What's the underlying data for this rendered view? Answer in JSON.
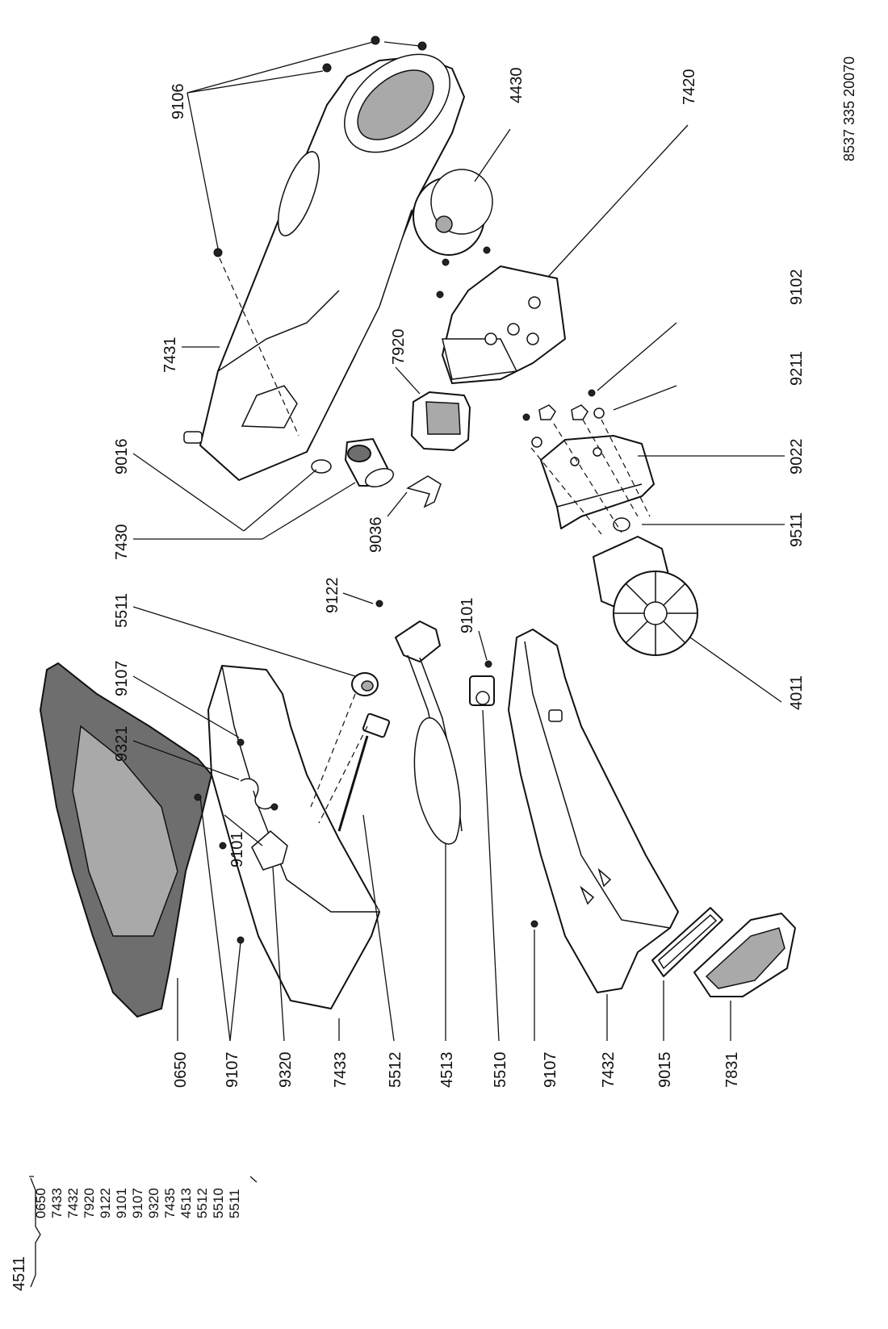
{
  "doc_code": "8537 335 20070",
  "kit": {
    "number": "4511",
    "members": [
      "0650",
      "7433",
      "7432",
      "7920",
      "9122",
      "9101",
      "9107",
      "9320",
      "7435",
      "4513",
      "5512",
      "5510",
      "5511"
    ]
  },
  "labels": {
    "p9106": "9106",
    "p4430": "4430",
    "p7420": "7420",
    "p7431": "7431",
    "p7920": "7920",
    "p9102": "9102",
    "p9211": "9211",
    "p9022": "9022",
    "p9016": "9016",
    "p9036": "9036",
    "p7430": "7430",
    "p9511": "9511",
    "p5511": "5511",
    "p9122": "9122",
    "p9101a": "9101",
    "p4011": "4011",
    "p9107a": "9107",
    "p9321": "9321",
    "p9101b": "9101",
    "p0650": "0650",
    "p9107b": "9107",
    "p9320": "9320",
    "p7433": "7433",
    "p5512": "5512",
    "p4513": "4513",
    "p5510": "5510",
    "p9107c": "9107",
    "p7432": "7432",
    "p9015": "9015",
    "p7831": "7831"
  }
}
